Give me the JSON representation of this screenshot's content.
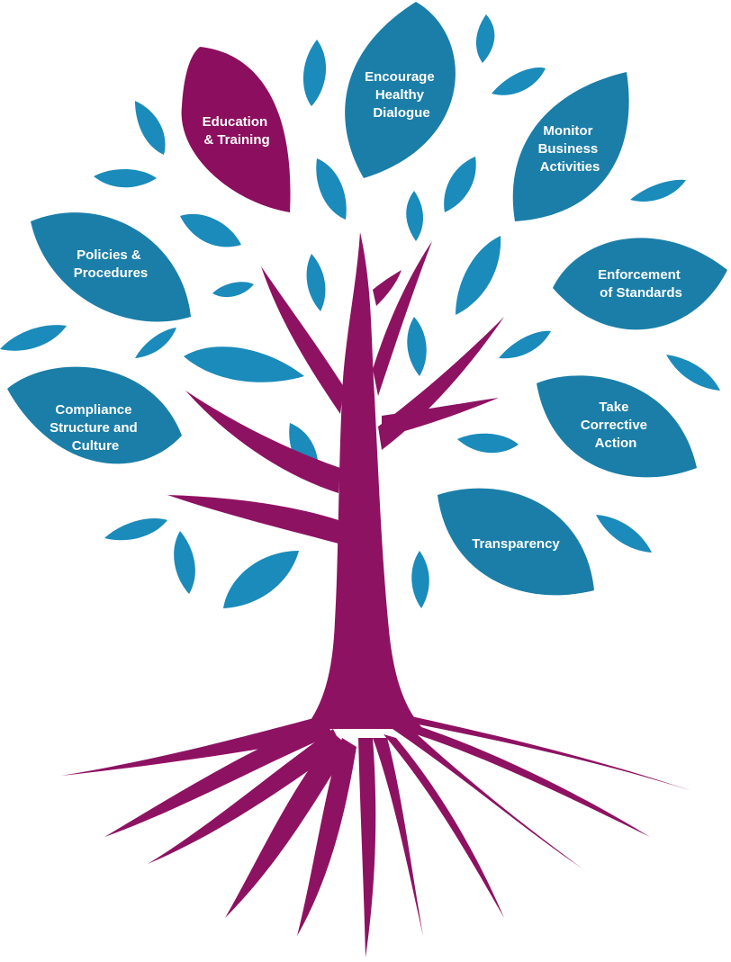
{
  "colors": {
    "leaf_blue": "#1a7ea8",
    "leaf_blue_light": "#1d8cbc",
    "leaf_accent": "#8b0f5e",
    "trunk": "#8e1262",
    "label_text": "#ffffff"
  },
  "leaves": [
    {
      "id": "education-training",
      "lines": [
        "Education",
        "& Training"
      ],
      "color": "#8b0f5e"
    },
    {
      "id": "encourage-healthy-dialogue",
      "lines": [
        "Encourage",
        "Healthy",
        "Dialogue"
      ],
      "color": "#1a7ea8"
    },
    {
      "id": "monitor-business-activities",
      "lines": [
        "Monitor",
        "Business",
        "Activities"
      ],
      "color": "#1a7ea8"
    },
    {
      "id": "policies-procedures",
      "lines": [
        "Policies &",
        "Procedures"
      ],
      "color": "#1a7ea8"
    },
    {
      "id": "enforcement-of-standards",
      "lines": [
        "Enforcement",
        "of Standards"
      ],
      "color": "#1a7ea8"
    },
    {
      "id": "compliance-structure-culture",
      "lines": [
        "Compliance",
        "Structure and",
        "Culture"
      ],
      "color": "#1a7ea8"
    },
    {
      "id": "take-corrective-action",
      "lines": [
        "Take",
        "Corrective",
        "Action"
      ],
      "color": "#1a7ea8"
    },
    {
      "id": "transparency",
      "lines": [
        "Transparency"
      ],
      "color": "#1a7ea8"
    }
  ]
}
